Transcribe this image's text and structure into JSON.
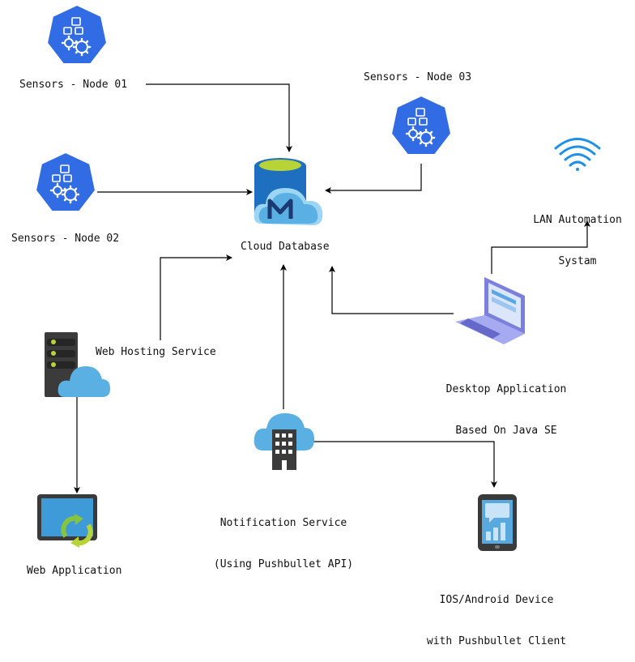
{
  "nodes": {
    "sensor01": {
      "label": "Sensors - Node 01",
      "icon": "kubernetes-sensor-icon"
    },
    "sensor02": {
      "label": "Sensors - Node 02",
      "icon": "kubernetes-sensor-icon"
    },
    "sensor03": {
      "label": "Sensors - Node 03",
      "icon": "kubernetes-sensor-icon"
    },
    "cloud_db": {
      "label": "Cloud Database",
      "icon": "cloud-database-icon"
    },
    "lan": {
      "line1": "LAN Automation",
      "line2": "Systam",
      "icon": "wifi-icon"
    },
    "web_hosting": {
      "label": "Web Hosting Service",
      "icon": "server-cloud-icon"
    },
    "desktop": {
      "line1": "Desktop Application",
      "line2": "Based On Java SE",
      "icon": "laptop-icon"
    },
    "notification": {
      "line1": "Notification Service",
      "line2": "(Using Pushbullet API)",
      "icon": "cloud-building-icon"
    },
    "web_app": {
      "label": "Web Application",
      "icon": "tablet-sync-icon"
    },
    "mobile": {
      "line1": "IOS/Android Device",
      "line2": "with Pushbullet Client",
      "icon": "phone-icon"
    }
  },
  "colors": {
    "hex_blue": "#326CE5",
    "arrow": "#000000",
    "db_blue": "#1E6FC0",
    "db_top": "#B8D336",
    "cloud_blue": "#5AB0E2",
    "server_dark": "#3B3B3B",
    "laptop_purple": "#8A8EE6",
    "phone_dark": "#3A3A3A",
    "screen_blue": "#58A9DF"
  }
}
